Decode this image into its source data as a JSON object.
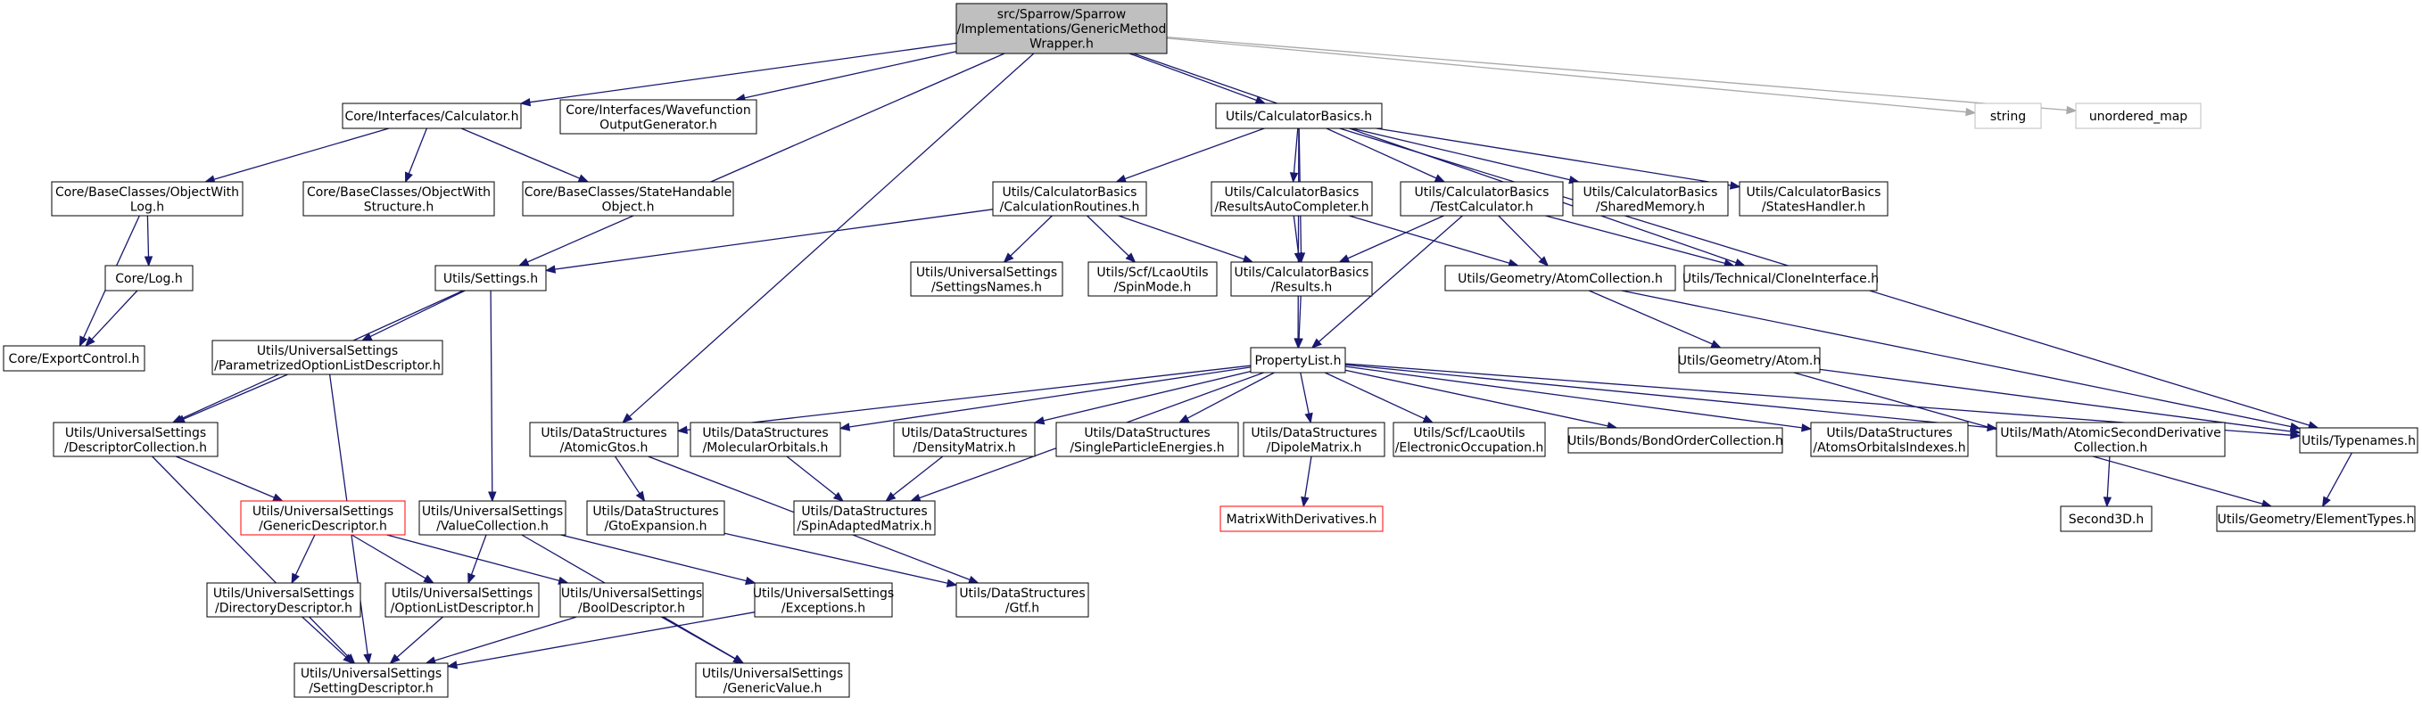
{
  "graph": {
    "colors": {
      "edge": "#191970",
      "edge_external": "#a9a9a9",
      "root_fill": "#bfbfbf",
      "missing_border": "#ff0000",
      "external_border": "#bfbfbf"
    },
    "nodes": [
      {
        "id": "root",
        "kind": "root",
        "lines": [
          "src/Sparrow/Sparrow",
          "/Implementations/GenericMethod",
          "Wrapper.h"
        ]
      },
      {
        "id": "calculator",
        "kind": "normal",
        "lines": [
          "Core/Interfaces/Calculator.h"
        ]
      },
      {
        "id": "wfgen",
        "kind": "normal",
        "lines": [
          "Core/Interfaces/Wavefunction",
          "OutputGenerator.h"
        ]
      },
      {
        "id": "calcbasics",
        "kind": "normal",
        "lines": [
          "Utils/CalculatorBasics.h"
        ]
      },
      {
        "id": "string",
        "kind": "external",
        "lines": [
          "string"
        ]
      },
      {
        "id": "umap",
        "kind": "external",
        "lines": [
          "unordered_map"
        ]
      },
      {
        "id": "objlog",
        "kind": "normal",
        "lines": [
          "Core/BaseClasses/ObjectWith",
          "Log.h"
        ]
      },
      {
        "id": "objstruct",
        "kind": "normal",
        "lines": [
          "Core/BaseClasses/ObjectWith",
          "Structure.h"
        ]
      },
      {
        "id": "statehand",
        "kind": "normal",
        "lines": [
          "Core/BaseClasses/StateHandable",
          "Object.h"
        ]
      },
      {
        "id": "calcroutines",
        "kind": "normal",
        "lines": [
          "Utils/CalculatorBasics",
          "/CalculationRoutines.h"
        ]
      },
      {
        "id": "autocomp",
        "kind": "normal",
        "lines": [
          "Utils/CalculatorBasics",
          "/ResultsAutoCompleter.h"
        ]
      },
      {
        "id": "testcalc",
        "kind": "normal",
        "lines": [
          "Utils/CalculatorBasics",
          "/TestCalculator.h"
        ]
      },
      {
        "id": "sharedmem",
        "kind": "normal",
        "lines": [
          "Utils/CalculatorBasics",
          "/SharedMemory.h"
        ]
      },
      {
        "id": "states",
        "kind": "normal",
        "lines": [
          "Utils/CalculatorBasics",
          "/StatesHandler.h"
        ]
      },
      {
        "id": "corelog",
        "kind": "normal",
        "lines": [
          "Core/Log.h"
        ]
      },
      {
        "id": "settings",
        "kind": "normal",
        "lines": [
          "Utils/Settings.h"
        ]
      },
      {
        "id": "setnames",
        "kind": "normal",
        "lines": [
          "Utils/UniversalSettings",
          "/SettingsNames.h"
        ]
      },
      {
        "id": "spinmode",
        "kind": "normal",
        "lines": [
          "Utils/Scf/LcaoUtils",
          "/SpinMode.h"
        ]
      },
      {
        "id": "results",
        "kind": "normal",
        "lines": [
          "Utils/CalculatorBasics",
          "/Results.h"
        ]
      },
      {
        "id": "atomcoll",
        "kind": "normal",
        "lines": [
          "Utils/Geometry/AtomCollection.h"
        ]
      },
      {
        "id": "clone",
        "kind": "normal",
        "lines": [
          "Utils/Technical/CloneInterface.h"
        ]
      },
      {
        "id": "exportctl",
        "kind": "normal",
        "lines": [
          "Core/ExportControl.h"
        ]
      },
      {
        "id": "paramopt",
        "kind": "normal",
        "lines": [
          "Utils/UniversalSettings",
          "/ParametrizedOptionListDescriptor.h"
        ]
      },
      {
        "id": "proplist",
        "kind": "normal",
        "lines": [
          "PropertyList.h"
        ]
      },
      {
        "id": "atom",
        "kind": "normal",
        "lines": [
          "Utils/Geometry/Atom.h"
        ]
      },
      {
        "id": "desccoll",
        "kind": "normal",
        "lines": [
          "Utils/UniversalSettings",
          "/DescriptorCollection.h"
        ]
      },
      {
        "id": "atomicgtos",
        "kind": "normal",
        "lines": [
          "Utils/DataStructures",
          "/AtomicGtos.h"
        ]
      },
      {
        "id": "molorb",
        "kind": "normal",
        "lines": [
          "Utils/DataStructures",
          "/MolecularOrbitals.h"
        ]
      },
      {
        "id": "densmat",
        "kind": "normal",
        "lines": [
          "Utils/DataStructures",
          "/DensityMatrix.h"
        ]
      },
      {
        "id": "spe",
        "kind": "normal",
        "lines": [
          "Utils/DataStructures",
          "/SingleParticleEnergies.h"
        ]
      },
      {
        "id": "dipole",
        "kind": "normal",
        "lines": [
          "Utils/DataStructures",
          "/DipoleMatrix.h"
        ]
      },
      {
        "id": "elocc",
        "kind": "normal",
        "lines": [
          "Utils/Scf/LcaoUtils",
          "/ElectronicOccupation.h"
        ]
      },
      {
        "id": "bondorder",
        "kind": "normal",
        "lines": [
          "Utils/Bonds/BondOrderCollection.h"
        ]
      },
      {
        "id": "aoidx",
        "kind": "normal",
        "lines": [
          "Utils/DataStructures",
          "/AtomsOrbitalsIndexes.h"
        ]
      },
      {
        "id": "atomic2nd",
        "kind": "normal",
        "lines": [
          "Utils/Math/AtomicSecondDerivative",
          "Collection.h"
        ]
      },
      {
        "id": "typenames",
        "kind": "normal",
        "lines": [
          "Utils/Typenames.h"
        ]
      },
      {
        "id": "gendesc",
        "kind": "missing",
        "lines": [
          "Utils/UniversalSettings",
          "/GenericDescriptor.h"
        ]
      },
      {
        "id": "valcoll",
        "kind": "normal",
        "lines": [
          "Utils/UniversalSettings",
          "/ValueCollection.h"
        ]
      },
      {
        "id": "gtoexp",
        "kind": "normal",
        "lines": [
          "Utils/DataStructures",
          "/GtoExpansion.h"
        ]
      },
      {
        "id": "spinadapt",
        "kind": "normal",
        "lines": [
          "Utils/DataStructures",
          "/SpinAdaptedMatrix.h"
        ]
      },
      {
        "id": "mwd",
        "kind": "missing",
        "lines": [
          "MatrixWithDerivatives.h"
        ]
      },
      {
        "id": "second3d",
        "kind": "normal",
        "lines": [
          "Second3D.h"
        ]
      },
      {
        "id": "elemtypes",
        "kind": "normal",
        "lines": [
          "Utils/Geometry/ElementTypes.h"
        ]
      },
      {
        "id": "dirdesc",
        "kind": "normal",
        "lines": [
          "Utils/UniversalSettings",
          "/DirectoryDescriptor.h"
        ]
      },
      {
        "id": "optlist",
        "kind": "normal",
        "lines": [
          "Utils/UniversalSettings",
          "/OptionListDescriptor.h"
        ]
      },
      {
        "id": "booldesc",
        "kind": "normal",
        "lines": [
          "Utils/UniversalSettings",
          "/BoolDescriptor.h"
        ]
      },
      {
        "id": "exceptions",
        "kind": "normal",
        "lines": [
          "Utils/UniversalSettings",
          "/Exceptions.h"
        ]
      },
      {
        "id": "gtf",
        "kind": "normal",
        "lines": [
          "Utils/DataStructures",
          "/Gtf.h"
        ]
      },
      {
        "id": "setdesc",
        "kind": "normal",
        "lines": [
          "Utils/UniversalSettings",
          "/SettingDescriptor.h"
        ]
      },
      {
        "id": "genval",
        "kind": "normal",
        "lines": [
          "Utils/UniversalSettings",
          "/GenericValue.h"
        ]
      }
    ],
    "edges": [
      [
        "root",
        "calculator"
      ],
      [
        "root",
        "wfgen"
      ],
      [
        "root",
        "calcbasics"
      ],
      [
        "root",
        "string"
      ],
      [
        "root",
        "umap"
      ],
      [
        "root",
        "settings"
      ],
      [
        "root",
        "atomicgtos"
      ],
      [
        "root",
        "clone"
      ],
      [
        "calculator",
        "objlog"
      ],
      [
        "calculator",
        "objstruct"
      ],
      [
        "calculator",
        "statehand"
      ],
      [
        "objlog",
        "corelog"
      ],
      [
        "objlog",
        "exportctl"
      ],
      [
        "corelog",
        "exportctl"
      ],
      [
        "calcbasics",
        "calcroutines"
      ],
      [
        "calcbasics",
        "autocomp"
      ],
      [
        "calcbasics",
        "testcalc"
      ],
      [
        "calcbasics",
        "sharedmem"
      ],
      [
        "calcbasics",
        "states"
      ],
      [
        "calcbasics",
        "results"
      ],
      [
        "calcbasics",
        "proplist"
      ],
      [
        "calcbasics",
        "typenames"
      ],
      [
        "calcroutines",
        "settings"
      ],
      [
        "calcroutines",
        "setnames"
      ],
      [
        "calcroutines",
        "spinmode"
      ],
      [
        "calcroutines",
        "results"
      ],
      [
        "autocomp",
        "results"
      ],
      [
        "autocomp",
        "atomcoll"
      ],
      [
        "testcalc",
        "results"
      ],
      [
        "testcalc",
        "atomcoll"
      ],
      [
        "testcalc",
        "clone"
      ],
      [
        "testcalc",
        "proplist"
      ],
      [
        "results",
        "proplist"
      ],
      [
        "atomcoll",
        "atom"
      ],
      [
        "atomcoll",
        "typenames"
      ],
      [
        "atom",
        "typenames"
      ],
      [
        "atom",
        "elemtypes"
      ],
      [
        "settings",
        "desccoll"
      ],
      [
        "settings",
        "paramopt"
      ],
      [
        "settings",
        "valcoll"
      ],
      [
        "paramopt",
        "desccoll"
      ],
      [
        "paramopt",
        "setdesc"
      ],
      [
        "desccoll",
        "gendesc"
      ],
      [
        "desccoll",
        "setdesc"
      ],
      [
        "gendesc",
        "dirdesc"
      ],
      [
        "gendesc",
        "optlist"
      ],
      [
        "gendesc",
        "booldesc"
      ],
      [
        "valcoll",
        "optlist"
      ],
      [
        "valcoll",
        "exceptions"
      ],
      [
        "valcoll",
        "genval"
      ],
      [
        "dirdesc",
        "setdesc"
      ],
      [
        "optlist",
        "setdesc"
      ],
      [
        "booldesc",
        "setdesc"
      ],
      [
        "booldesc",
        "genval"
      ],
      [
        "exceptions",
        "setdesc"
      ],
      [
        "proplist",
        "atomicgtos"
      ],
      [
        "proplist",
        "molorb"
      ],
      [
        "proplist",
        "densmat"
      ],
      [
        "proplist",
        "spe"
      ],
      [
        "proplist",
        "dipole"
      ],
      [
        "proplist",
        "elocc"
      ],
      [
        "proplist",
        "bondorder"
      ],
      [
        "proplist",
        "aoidx"
      ],
      [
        "proplist",
        "atomic2nd"
      ],
      [
        "proplist",
        "typenames"
      ],
      [
        "proplist",
        "spinadapt"
      ],
      [
        "atomicgtos",
        "gtoexp"
      ],
      [
        "atomicgtos",
        "gtf"
      ],
      [
        "gtoexp",
        "gtf"
      ],
      [
        "molorb",
        "spinadapt"
      ],
      [
        "densmat",
        "spinadapt"
      ],
      [
        "dipole",
        "mwd"
      ],
      [
        "atomic2nd",
        "second3d"
      ],
      [
        "typenames",
        "elemtypes"
      ]
    ]
  }
}
